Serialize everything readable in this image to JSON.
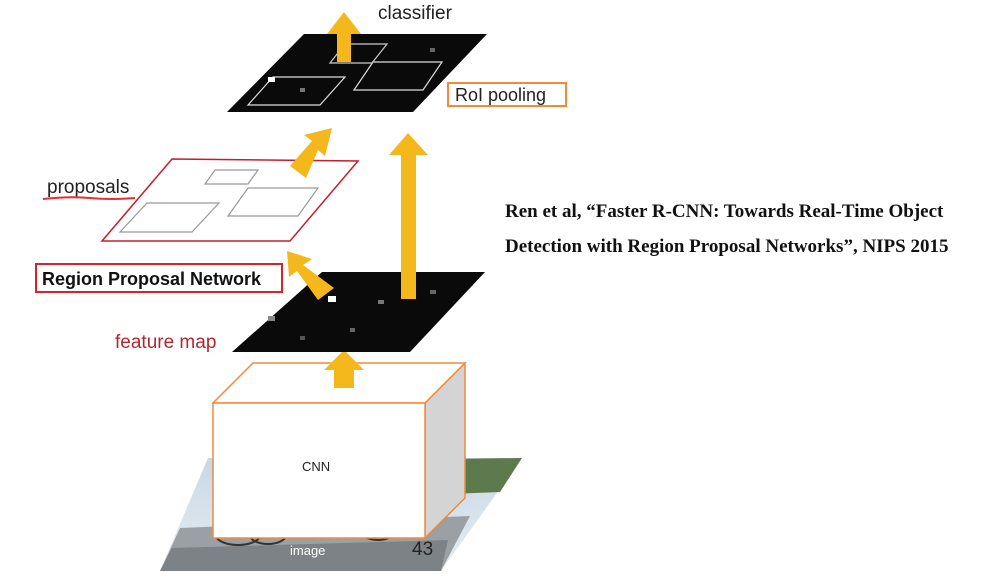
{
  "labels": {
    "classifier": "classifier",
    "roi_pooling": "RoI pooling",
    "proposals": "proposals",
    "rpn": "Region Proposal Network",
    "feature_map": "feature map",
    "cnn": "CNN",
    "image": "image"
  },
  "citation": {
    "line1": "Ren et al, “Faster R-CNN:  Towards Real-Time Object",
    "line2": "Detection with Region Proposal Networks”, NIPS 2015"
  },
  "page_number": "43",
  "colors": {
    "arrow": "#f5b81c",
    "plane_border": "#c0202a",
    "box_border": "#f08a3c",
    "dark_plane": "#0a0a0a",
    "rpn_border": "#d4252f",
    "roi_border": "#f08a3c",
    "label_red": "#b0282e"
  }
}
